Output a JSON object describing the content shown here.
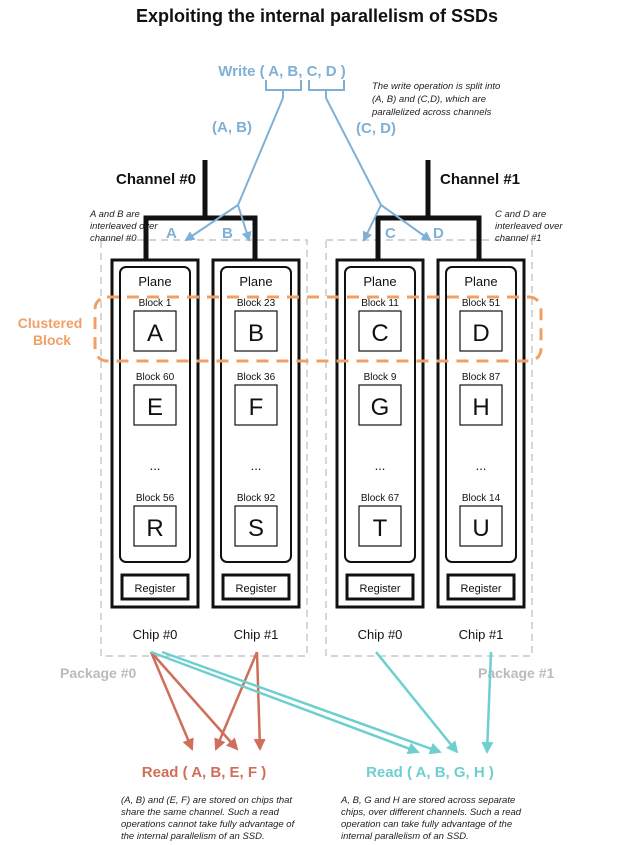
{
  "title": "Exploiting the internal parallelism of SSDs",
  "write": {
    "label": "Write ( A, B, C, D )",
    "note": [
      "The write operation is split into",
      "(A, B) and (C,D), which are",
      "parallelized across channels"
    ],
    "split_left": "(A, B)",
    "split_right": "(C, D)"
  },
  "channels": [
    {
      "label": "Channel #0",
      "note": [
        "A and B are",
        "interleaved over",
        "channel #0"
      ],
      "arrow_labels": [
        "A",
        "B"
      ]
    },
    {
      "label": "Channel #1",
      "note": [
        "C and D are",
        "interleaved over",
        "channel #1"
      ],
      "arrow_labels": [
        "C",
        "D"
      ]
    }
  ],
  "clustered_block_label": [
    "Clustered",
    "Block"
  ],
  "packages": [
    {
      "label": "Package #0",
      "chips": [
        {
          "label": "Chip #0",
          "plane": "Plane",
          "register": "Register",
          "ellipsis": "...",
          "blocks": [
            {
              "name": "Block 1",
              "letter": "A"
            },
            {
              "name": "Block 60",
              "letter": "E"
            },
            {
              "name": "Block 56",
              "letter": "R"
            }
          ]
        },
        {
          "label": "Chip #1",
          "plane": "Plane",
          "register": "Register",
          "ellipsis": "...",
          "blocks": [
            {
              "name": "Block 23",
              "letter": "B"
            },
            {
              "name": "Block 36",
              "letter": "F"
            },
            {
              "name": "Block 92",
              "letter": "S"
            }
          ]
        }
      ]
    },
    {
      "label": "Package #1",
      "chips": [
        {
          "label": "Chip #0",
          "plane": "Plane",
          "register": "Register",
          "ellipsis": "...",
          "blocks": [
            {
              "name": "Block 11",
              "letter": "C"
            },
            {
              "name": "Block 9",
              "letter": "G"
            },
            {
              "name": "Block 67",
              "letter": "T"
            }
          ]
        },
        {
          "label": "Chip #1",
          "plane": "Plane",
          "register": "Register",
          "ellipsis": "...",
          "blocks": [
            {
              "name": "Block 51",
              "letter": "D"
            },
            {
              "name": "Block 87",
              "letter": "H"
            },
            {
              "name": "Block 14",
              "letter": "U"
            }
          ]
        }
      ]
    }
  ],
  "reads": [
    {
      "label": "Read ( A, B, E, F )",
      "note": [
        "(A, B) and (E, F) are stored on chips that",
        "share the same channel. Such a read",
        "operations cannot take fully advantage of",
        "the internal parallelism of an SSD."
      ]
    },
    {
      "label": "Read ( A, B, G, H )",
      "note": [
        "A, B, G and H are stored across separate",
        "chips, over different channels. Such a read",
        "operation can take fully advantage of the",
        "internal parallelism of an SSD."
      ]
    }
  ],
  "colors": {
    "write_blue": "#7fb0d6",
    "clustered_orange": "#f0a064",
    "read_red": "#cf6e5a",
    "read_teal": "#6dcfcf",
    "package_gray": "#bbbbbb"
  }
}
